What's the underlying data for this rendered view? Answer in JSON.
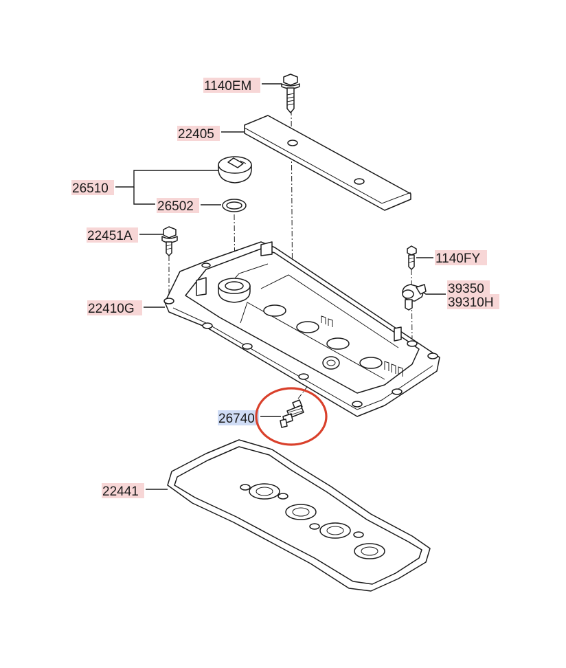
{
  "parts": [
    {
      "id": "p1140em",
      "number": "1140EM",
      "highlight": "pink"
    },
    {
      "id": "p22405",
      "number": "22405",
      "highlight": "pink"
    },
    {
      "id": "p26510",
      "number": "26510",
      "highlight": "pink"
    },
    {
      "id": "p26502",
      "number": "26502",
      "highlight": "pink"
    },
    {
      "id": "p22451a",
      "number": "22451A",
      "highlight": "pink"
    },
    {
      "id": "p1140fy",
      "number": "1140FY",
      "highlight": "pink"
    },
    {
      "id": "p39350",
      "number": "39350",
      "highlight": "pink"
    },
    {
      "id": "p39310h",
      "number": "39310H",
      "highlight": "pink"
    },
    {
      "id": "p22410g",
      "number": "22410G",
      "highlight": "pink"
    },
    {
      "id": "p26740",
      "number": "26740",
      "highlight": "blue"
    },
    {
      "id": "p22441",
      "number": "22441",
      "highlight": "pink"
    }
  ],
  "colors": {
    "label_highlight": "#f7d6d6",
    "selected_highlight": "#cfdcf5",
    "selection_circle": "#d9402b",
    "line": "#1a1a1a"
  }
}
